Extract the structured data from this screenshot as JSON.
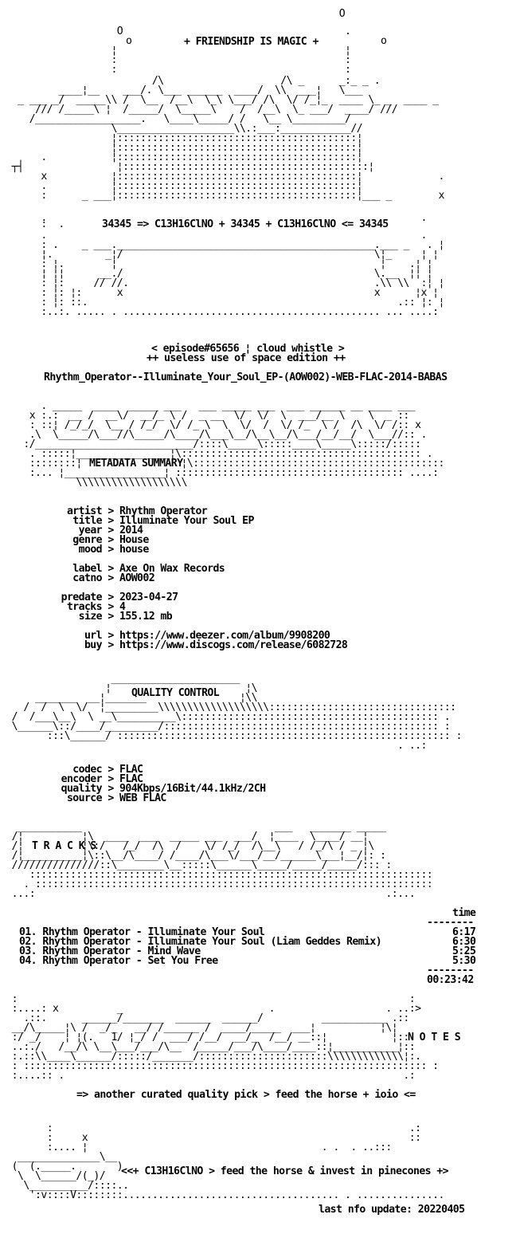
{
  "header": {
    "tagline": "+ FRIENDSHIP IS MAGIC +",
    "formula": "34345 => C13H16ClNO + 34345 + C13H16ClNO <= 34345",
    "episode": "< episode#65656 ¦ cloud whistle >",
    "edition": "++ useless use of space edition ++",
    "release": "Rhythm_Operator--Illuminate_Your_Soul_EP-(AOW002)-WEB-FLAC-2014-BABAS"
  },
  "metadata": {
    "heading": "METADATA SUMMARY",
    "fields": [
      {
        "key": "artist",
        "value": "Rhythm Operator"
      },
      {
        "key": "title",
        "value": "Illuminate Your Soul EP"
      },
      {
        "key": "year",
        "value": "2014"
      },
      {
        "key": "genre",
        "value": "House"
      },
      {
        "key": "mood",
        "value": "house"
      },
      {
        "key": "label",
        "value": "Axe On Wax Records"
      },
      {
        "key": "catno",
        "value": "AOW002"
      },
      {
        "key": "predate",
        "value": "2023-04-27"
      },
      {
        "key": "tracks",
        "value": "4"
      },
      {
        "key": "size",
        "value": "155.12 mb"
      },
      {
        "key": "url",
        "value": "https://www.deezer.com/album/9908200"
      },
      {
        "key": "buy",
        "value": "https://www.discogs.com/release/6082728"
      }
    ]
  },
  "quality": {
    "heading": "QUALITY CONTROL",
    "fields": [
      {
        "key": "codec",
        "value": "FLAC"
      },
      {
        "key": "encoder",
        "value": "FLAC"
      },
      {
        "key": "quality",
        "value": "904Kbps/16Bit/44.1kHz/2CH"
      },
      {
        "key": "source",
        "value": "WEB FLAC"
      }
    ]
  },
  "tracks": {
    "heading": "T R A C K S",
    "time_header": "time",
    "items": [
      {
        "no": "01.",
        "title": "Rhythm Operator - Illuminate Your Soul",
        "time": "6:17"
      },
      {
        "no": "02.",
        "title": "Rhythm Operator - Illuminate Your Soul (Liam Geddes Remix)",
        "time": "6:30"
      },
      {
        "no": "03.",
        "title": "Rhythm Operator - Mind Wave",
        "time": "5:25"
      },
      {
        "no": "04.",
        "title": "Rhythm Operator - Set You Free",
        "time": "5:30"
      }
    ],
    "total": "00:23:42"
  },
  "notes": {
    "heading": "N O T E S",
    "text": "=> another curated quality pick > feed the horse + ioio <="
  },
  "footer": {
    "slogan": "<<+ C13H16ClNO > feed the horse & invest in pinecones +>",
    "last_update": "last nfo update: 20220405"
  }
}
